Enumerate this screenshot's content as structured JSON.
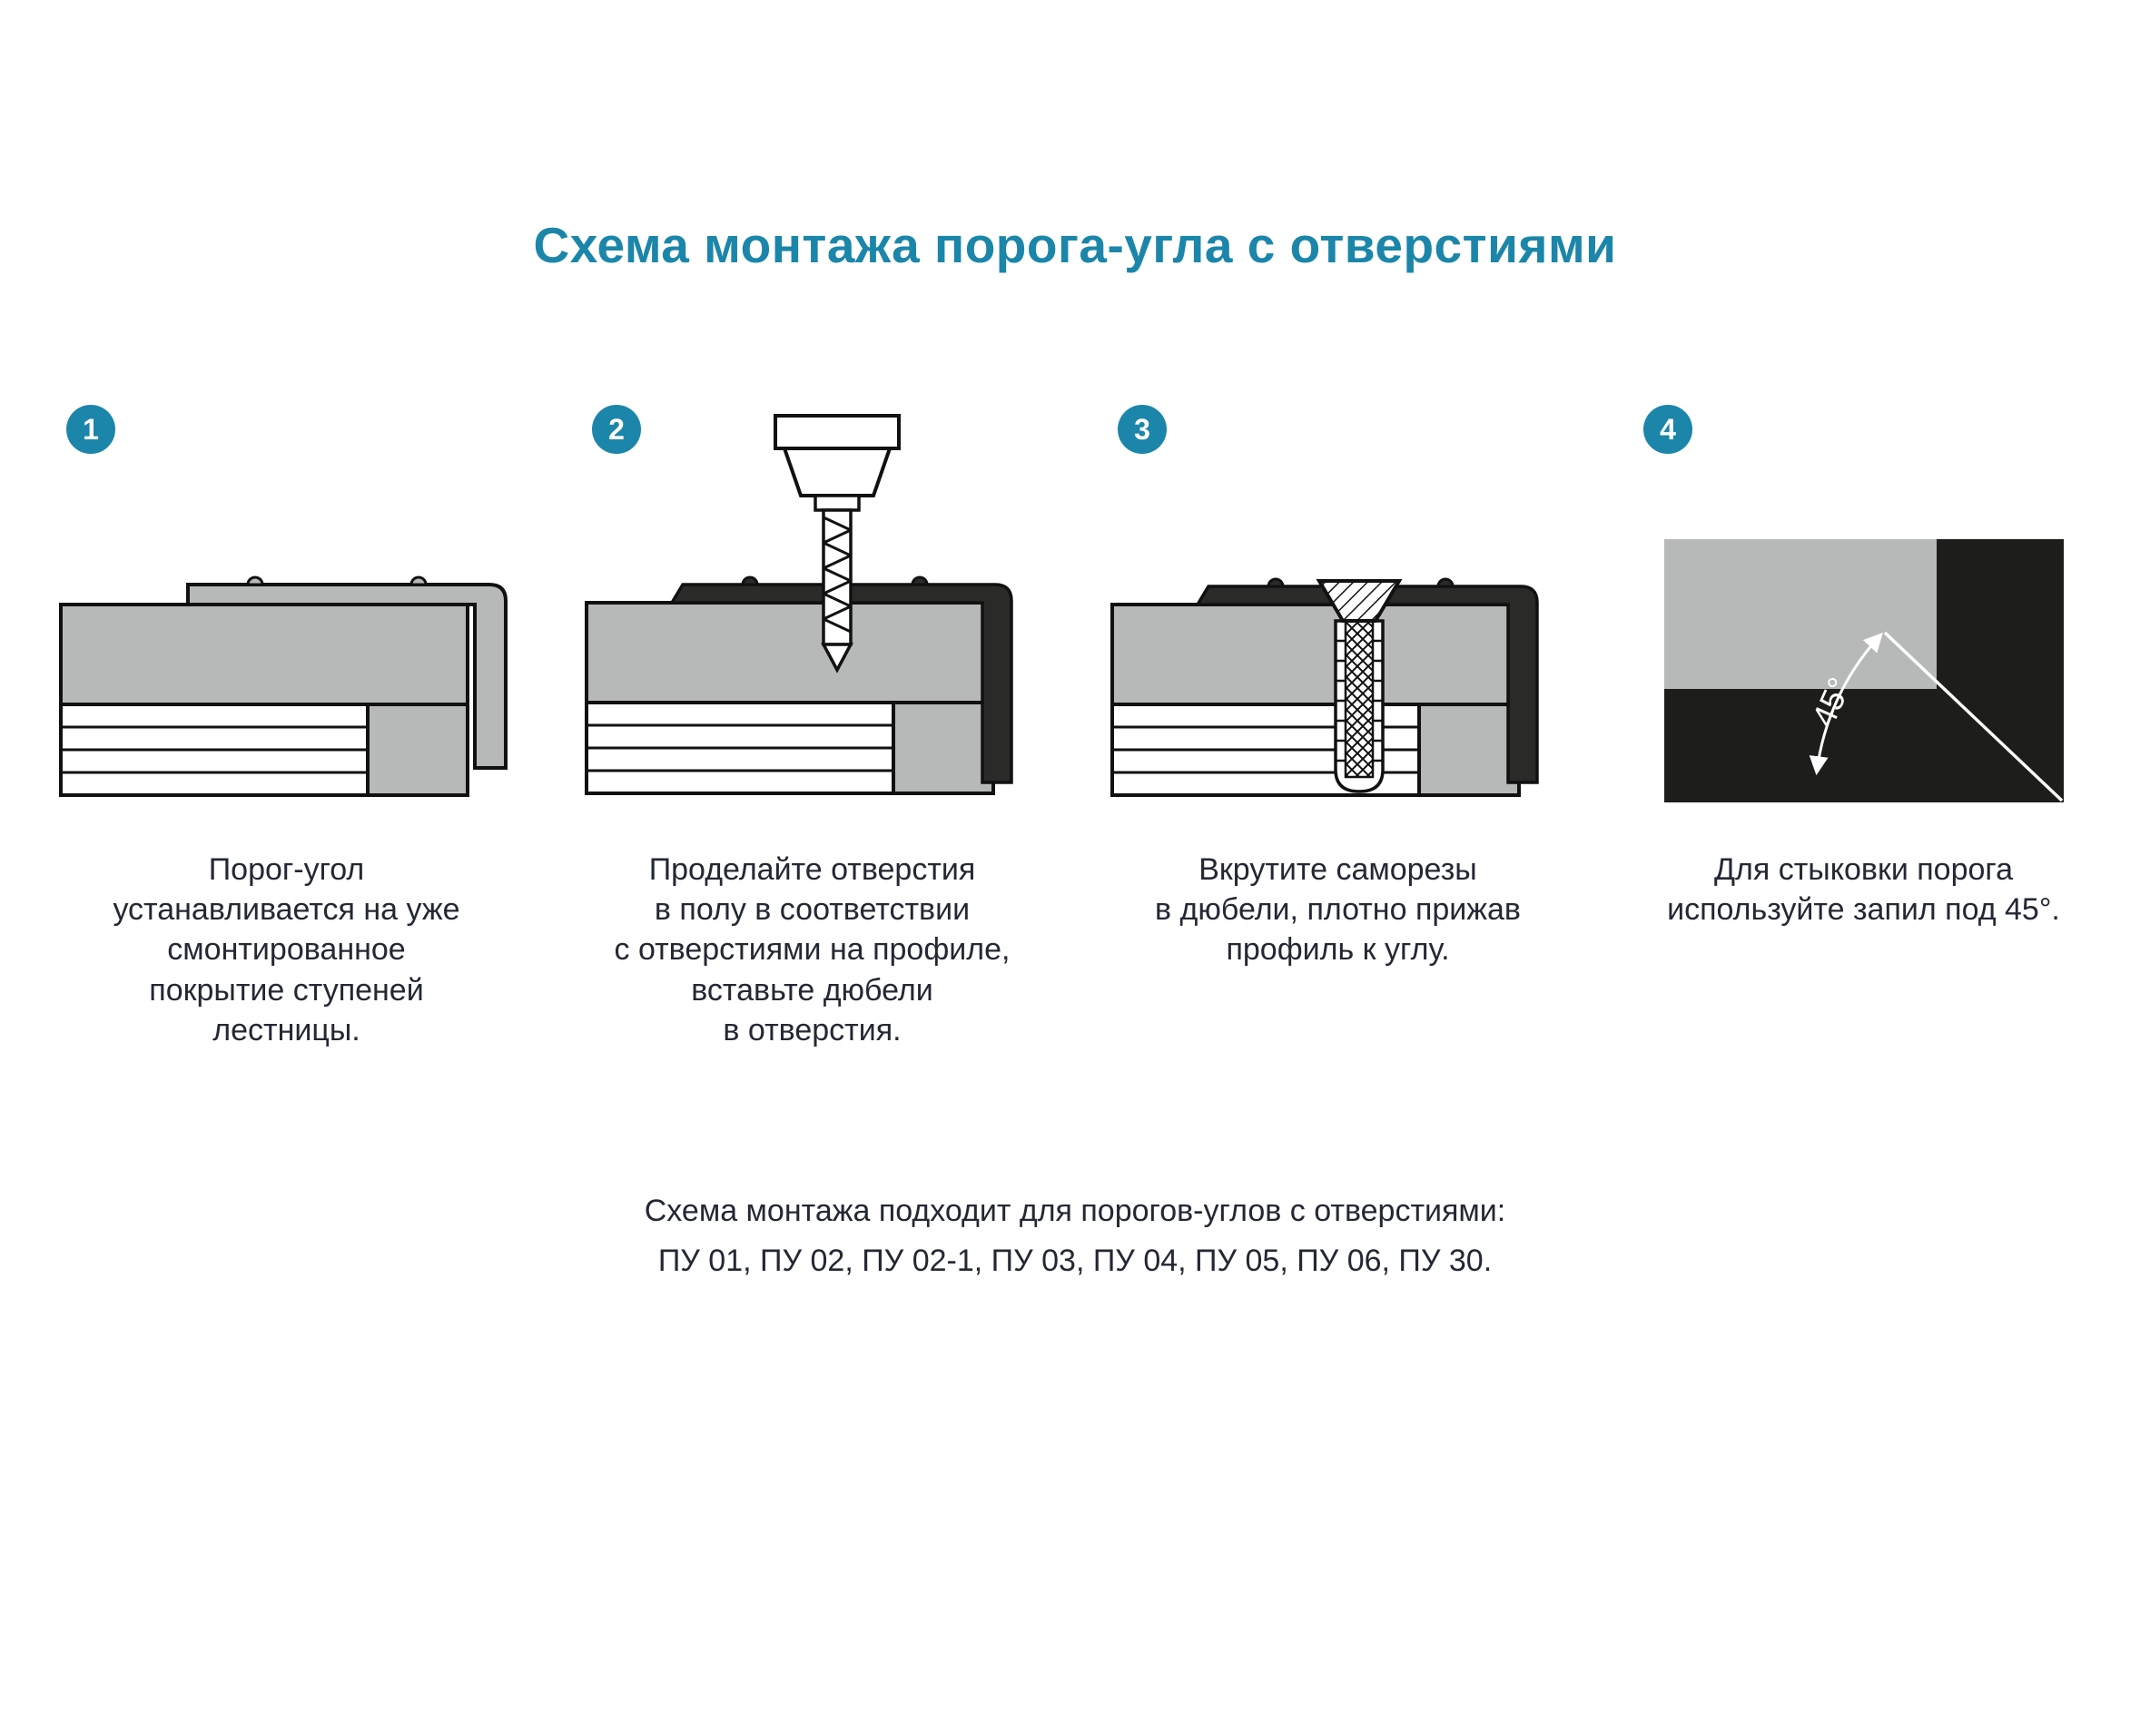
{
  "title": "Схема монтажа порога-угла с отверстиями",
  "steps": [
    {
      "number": "1",
      "caption": "Порог-угол\nустанавливается на уже\nсмонтированное\nпокрытие ступеней\nлестницы.",
      "illustration": "corner-profile-installed-on-stair-step"
    },
    {
      "number": "2",
      "caption": "Проделайте отверстия\nв полу в соответствии\nс отверстиями на профиле,\nвставьте дюбели\nв отверстия.",
      "illustration": "drill-making-holes-through-profile"
    },
    {
      "number": "3",
      "caption": "Вкрутите саморезы\nв дюбели, плотно прижав\nпрофиль к углу.",
      "illustration": "screw-driven-into-dowel"
    },
    {
      "number": "4",
      "caption": "Для стыковки порога\nиспользуйте запил под 45°.",
      "illustration": "45-degree-miter-cut",
      "angle_label": "45°"
    }
  ],
  "footer": "Схема монтажа подходит для порогов-углов с отверстиями:\nПУ 01, ПУ 02, ПУ 02-1, ПУ 03, ПУ 04, ПУ 05, ПУ 06, ПУ 30.",
  "colors": {
    "accent": "#1b86a9",
    "text": "#232833",
    "profile_gray": "#b7b9b8",
    "profile_dark": "#2a2a28",
    "outline_black": "#111111",
    "panel_black": "#1d1d1b",
    "white": "#ffffff"
  }
}
